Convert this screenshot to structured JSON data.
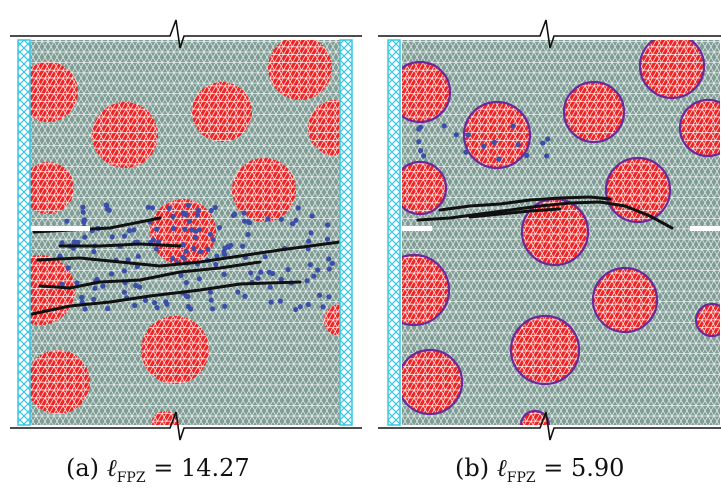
{
  "panels": [
    {
      "id": "a",
      "caption": {
        "prefix": "(a)",
        "symbol": "ℓ",
        "subscript": "FPZ",
        "equals": "=",
        "value": "14.27"
      }
    },
    {
      "id": "b",
      "caption": {
        "prefix": "(b)",
        "symbol": "ℓ",
        "subscript": "FPZ",
        "equals": "=",
        "value": "5.90"
      }
    }
  ],
  "colors": {
    "matrix_fill": "#7f9c95",
    "matrix_edge": "#eef3f1",
    "aggregate_fill": "#ef2424",
    "aggregate_edge": "#ffffff",
    "support_plate": "#35c7e6",
    "crack": "#111111",
    "damage_points": "#3c4fa8",
    "interface_ring": "#6a2a9a",
    "frame_line": "#111111"
  },
  "icons": [
    "left-support-icon",
    "right-support-icon",
    "break-mark-icon"
  ]
}
